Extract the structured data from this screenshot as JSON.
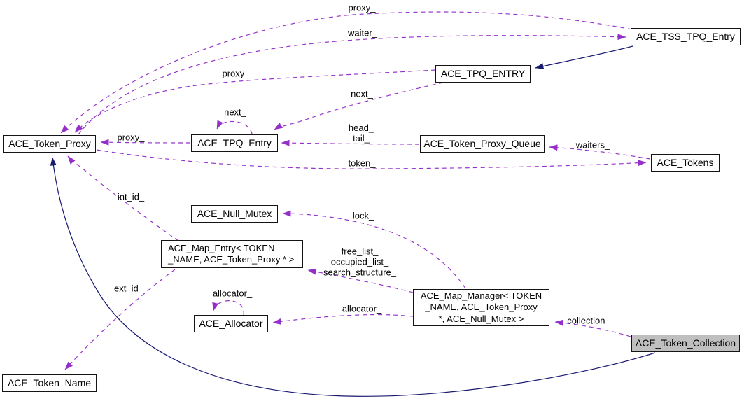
{
  "diagram": {
    "title": "ACE_Token_Collection collaboration diagram",
    "type": "collaboration-diagram",
    "colors": {
      "usage_edge": "#9430c9",
      "inheritance_edge": "#191970",
      "node_fill": "#ffffff",
      "node_border": "#141414",
      "selected_node_fill": "#bfbfbf",
      "text": "#000000",
      "background": "#ffffff"
    },
    "nodes": {
      "token_proxy": {
        "label": "ACE_Token_Proxy"
      },
      "tpq_entry": {
        "label": "ACE_TPQ_Entry"
      },
      "tpq_entry_caps": {
        "label": "ACE_TPQ_ENTRY"
      },
      "tss_tpq_entry": {
        "label": "ACE_TSS_TPQ_Entry"
      },
      "token_proxy_queue": {
        "label": "ACE_Token_Proxy_Queue"
      },
      "tokens": {
        "label": "ACE_Tokens"
      },
      "null_mutex": {
        "label": "ACE_Null_Mutex"
      },
      "map_entry": {
        "label": "ACE_Map_Entry< TOKEN\n_NAME, ACE_Token_Proxy * >"
      },
      "allocator": {
        "label": "ACE_Allocator"
      },
      "map_manager": {
        "label": "ACE_Map_Manager< TOKEN\n_NAME, ACE_Token_Proxy\n*, ACE_Null_Mutex >"
      },
      "token_collection": {
        "label": "ACE_Token_Collection",
        "selected": true
      },
      "token_name": {
        "label": "ACE_Token_Name"
      }
    },
    "edges": [
      {
        "from": "ACE_TSS_TPQ_Entry",
        "to": "ACE_Token_Proxy",
        "label": "proxy_",
        "style": "dashed-usage"
      },
      {
        "from": "ACE_Token_Proxy",
        "to": "ACE_TSS_TPQ_Entry",
        "label": "waiter_",
        "style": "dashed-usage"
      },
      {
        "from": "ACE_TPQ_ENTRY",
        "to": "ACE_Token_Proxy",
        "label": "proxy_",
        "style": "dashed-usage"
      },
      {
        "from": "ACE_TPQ_ENTRY",
        "to": "ACE_TPQ_Entry",
        "label": "next_",
        "style": "dashed-usage"
      },
      {
        "from": "ACE_TPQ_Entry",
        "to": "ACE_TPQ_Entry",
        "label": "next_",
        "style": "dashed-usage"
      },
      {
        "from": "ACE_TPQ_Entry",
        "to": "ACE_Token_Proxy",
        "label": "proxy_",
        "style": "dashed-usage"
      },
      {
        "from": "ACE_Token_Proxy_Queue",
        "to": "ACE_TPQ_Entry",
        "label": "head_\ntail_",
        "style": "dashed-usage"
      },
      {
        "from": "ACE_Token_Proxy",
        "to": "ACE_Tokens",
        "label": "token_",
        "style": "dashed-usage"
      },
      {
        "from": "ACE_Tokens",
        "to": "ACE_Token_Proxy_Queue",
        "label": "waiters_",
        "style": "dashed-usage"
      },
      {
        "from": "ACE_Map_Entry",
        "to": "ACE_Token_Proxy",
        "label": "int_id_",
        "style": "dashed-usage"
      },
      {
        "from": "ACE_Map_Entry",
        "to": "ACE_Token_Name",
        "label": "ext_id_",
        "style": "dashed-usage"
      },
      {
        "from": "ACE_Map_Manager",
        "to": "ACE_Null_Mutex",
        "label": "lock_",
        "style": "dashed-usage"
      },
      {
        "from": "ACE_Map_Manager",
        "to": "ACE_Map_Entry",
        "label": "free_list_\noccupied_list_\nsearch_structure_",
        "style": "dashed-usage"
      },
      {
        "from": "ACE_Map_Manager",
        "to": "ACE_Allocator",
        "label": "allocator_",
        "style": "dashed-usage"
      },
      {
        "from": "ACE_Allocator",
        "to": "ACE_Allocator",
        "label": "allocator_",
        "style": "dashed-usage"
      },
      {
        "from": "ACE_Token_Collection",
        "to": "ACE_Map_Manager",
        "label": "collection_",
        "style": "dashed-usage"
      },
      {
        "from": "ACE_TSS_TPQ_Entry",
        "to": "ACE_TPQ_ENTRY",
        "label": "",
        "style": "solid-inheritance"
      },
      {
        "from": "ACE_Token_Collection",
        "to": "ACE_Token_Proxy",
        "label": "",
        "style": "solid-inheritance"
      }
    ]
  }
}
